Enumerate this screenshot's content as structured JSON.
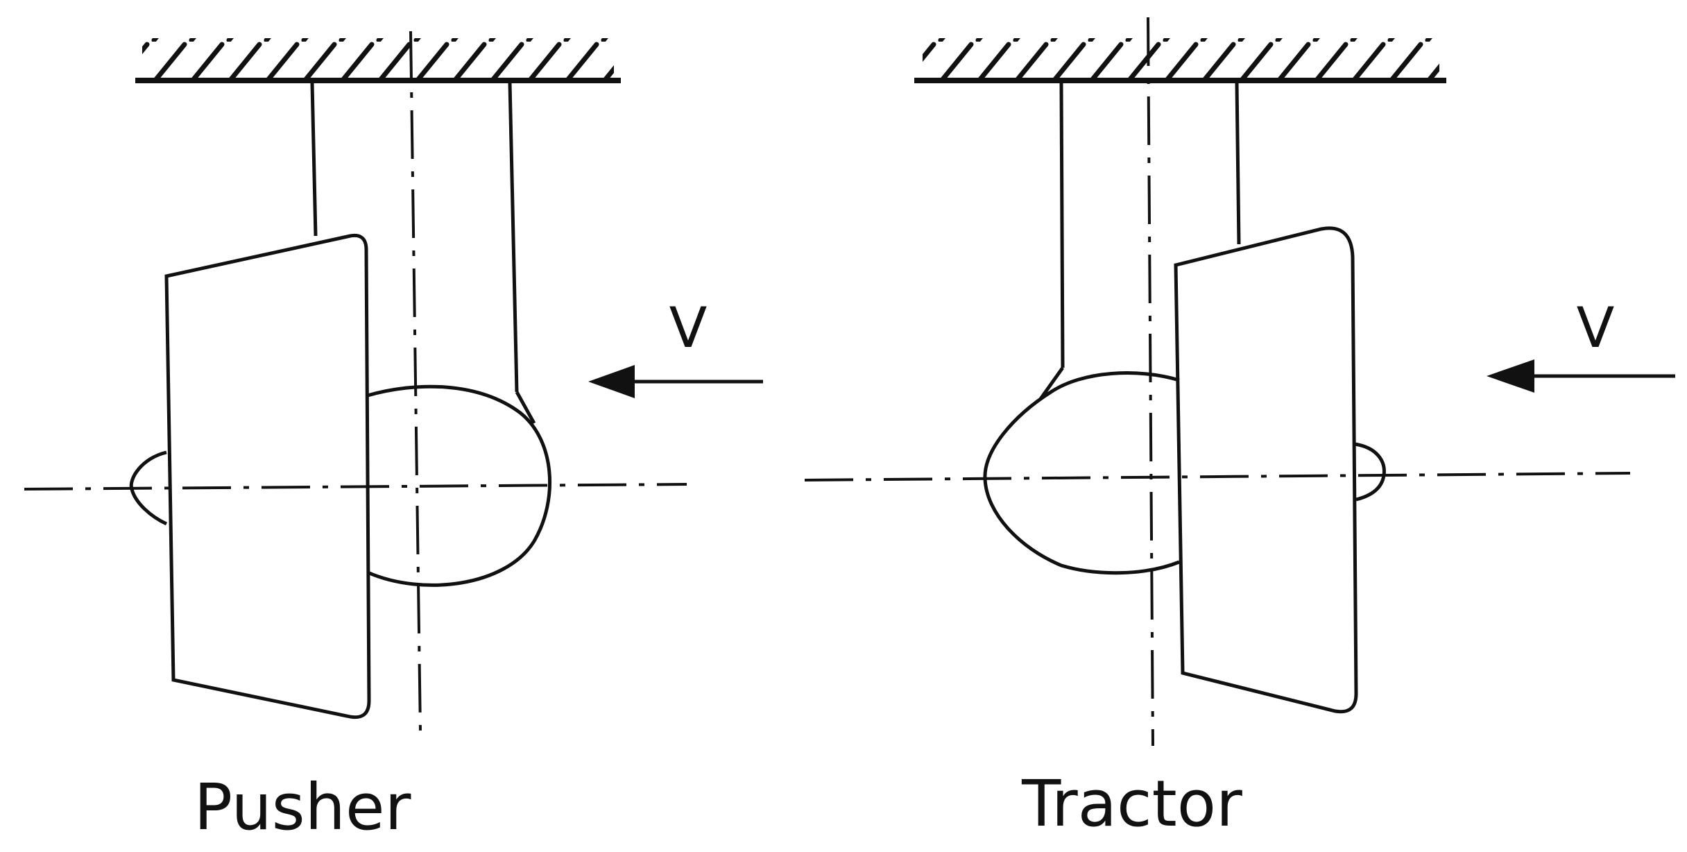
{
  "diagram": {
    "panels": [
      {
        "id": "pusher",
        "label": "Pusher",
        "velocity_label": "V"
      },
      {
        "id": "tractor",
        "label": "Tractor",
        "velocity_label": "V"
      }
    ]
  },
  "colors": {
    "line": "#111111",
    "background": "#ffffff"
  }
}
